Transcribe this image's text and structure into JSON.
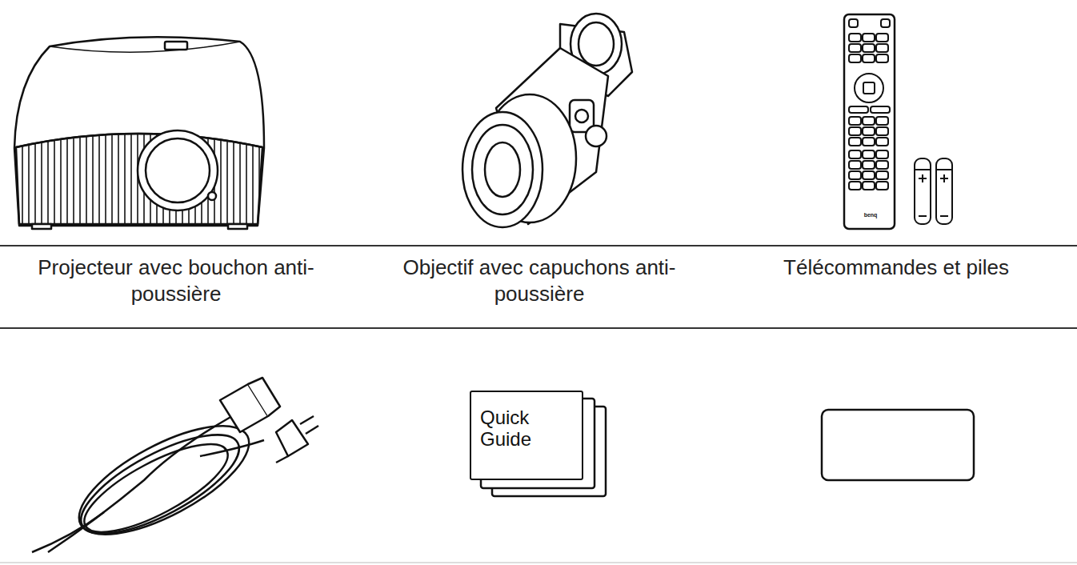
{
  "diagram": {
    "nodes": [
      {
        "text": [
          "Quick Guide"
        ]
      }
    ],
    "labels": [
      "Projecteur avec bouchon anti-poussière",
      "Objectif avec capuchons anti-poussière",
      "Télécommandes et piles",
      "benq"
    ]
  }
}
